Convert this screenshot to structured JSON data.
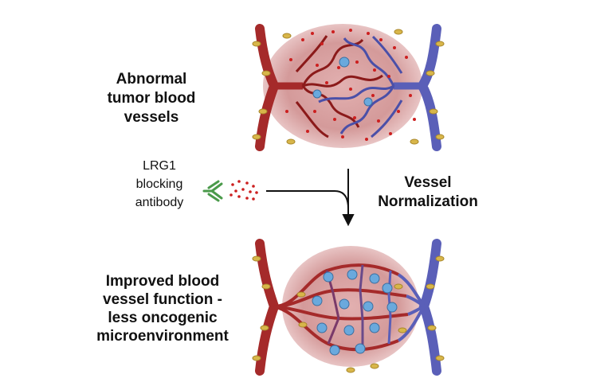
{
  "labels": {
    "abnormal": [
      "Abnormal",
      "tumor blood",
      "vessels"
    ],
    "antibody": [
      "LRG1",
      "blocking",
      "antibody"
    ],
    "normalization": [
      "Vessel",
      "Normalization"
    ],
    "improved": [
      "Improved blood",
      "vessel function -",
      "less oncogenic",
      "microenvironment"
    ]
  },
  "colors": {
    "artery": "#a52a2a",
    "vein": "#5a5fb8",
    "tumor": "#d9a0a0",
    "blood_cell": "#cc1f1f",
    "nucleus_cell": "#6aa9dd",
    "pericyte": "#d8b64a",
    "antibody": "#4a9a4a"
  },
  "icons": {
    "antibody": "antibody-icon",
    "molecules": "lrg1-molecule-icon",
    "arrow": "inhibition-arrow-icon"
  }
}
